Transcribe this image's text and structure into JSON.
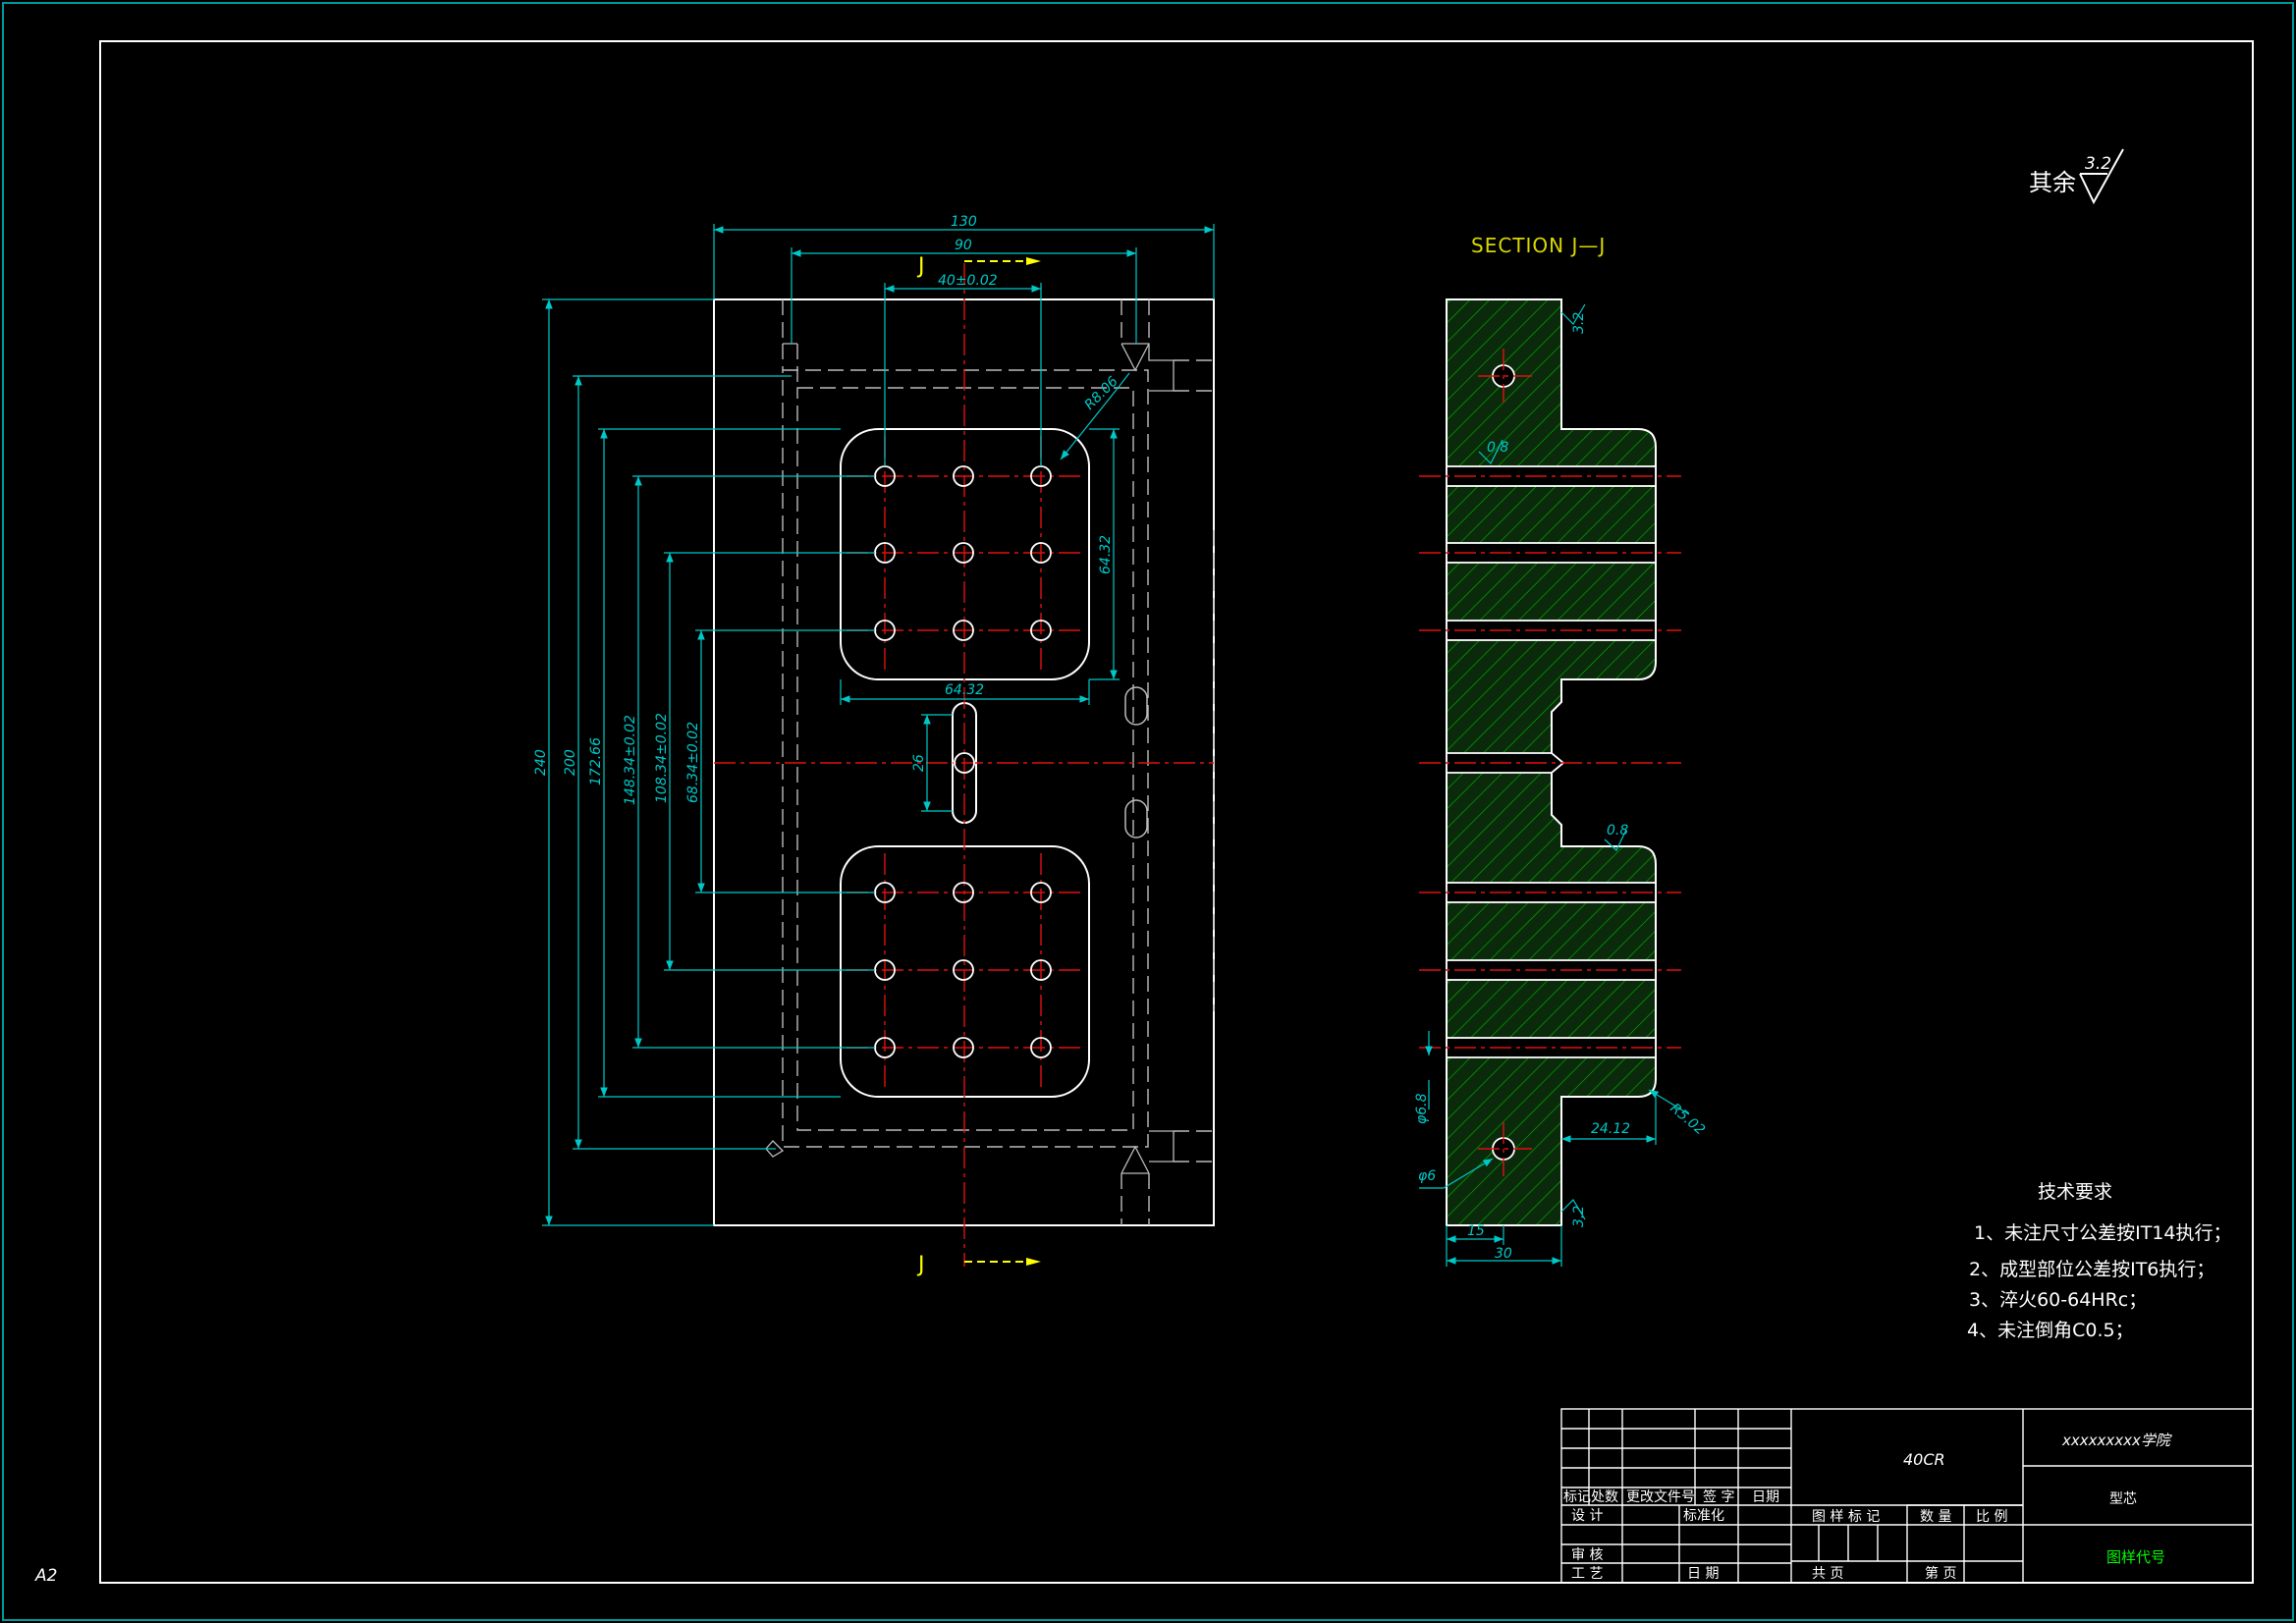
{
  "sheet": {
    "size_label": "A2"
  },
  "colors": {
    "outline": "#ffffff",
    "dimension": "#00c8c8",
    "centerline": "#e01010",
    "hatch": "#00c000",
    "hatch_fill": "#0b2a0b",
    "section_title": "#d8d800",
    "cut_arrow": "#ffff00",
    "hidden": "#bbbbbb",
    "frame": "#009999"
  },
  "surface_finish": {
    "label": "其余",
    "value": "3.2"
  },
  "section": {
    "title": "SECTION  J—J",
    "cut_letter_top": "J",
    "cut_letter_bottom": "J"
  },
  "front_dims": {
    "width_overall": "130",
    "width_inner": "90",
    "width_pocket_holes": "40±0.02",
    "radius_corner": "R8.06",
    "pocket_height": "64.32",
    "pocket_width": "64.32",
    "slot_length": "26",
    "height_overall": "240",
    "height_200": "200",
    "height_172": "172.66",
    "height_148": "148.34±0.02",
    "height_108": "108.34±0.02",
    "height_68": "68.34±0.02"
  },
  "section_dims": {
    "finish_1": "0.8",
    "finish_2": "0.8",
    "finish_top": "3.2",
    "finish_bottom": "3.2",
    "hole_small": "φ6",
    "hole_counterbore": "φ6.8",
    "radius_r": "R5.02",
    "offset": "24.12",
    "dim_15": "15",
    "dim_30": "30"
  },
  "tech_requirements": {
    "title": "技术要求",
    "items": [
      "1、未注尺寸公差按IT14执行；",
      "2、成型部位公差按IT6执行；",
      "3、淬火60-64HRc；",
      "4、未注倒角C0.5；"
    ]
  },
  "title_block": {
    "material": "40CR",
    "school": "xxxxxxxxx学院",
    "part_name": "型芯",
    "drawing_number": "图样代号",
    "rev_headers": [
      "标记",
      "处数",
      "更改文件号",
      "签 字",
      "日期"
    ],
    "roles": [
      "设 计",
      "审 核",
      "工 艺"
    ],
    "std_label": "标准化",
    "date_label": "日 期",
    "stage_headers": [
      "图 样 标 记",
      "数 量",
      "比 例"
    ],
    "sheets_total": "共    页",
    "sheet_no": "第    页"
  }
}
